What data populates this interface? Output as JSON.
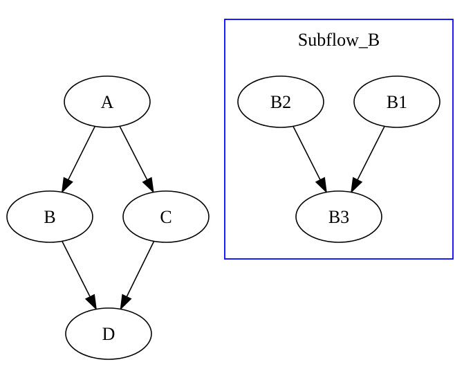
{
  "diagram": {
    "nodes": [
      {
        "id": "A",
        "label": "A"
      },
      {
        "id": "B",
        "label": "B"
      },
      {
        "id": "C",
        "label": "C"
      },
      {
        "id": "D",
        "label": "D"
      },
      {
        "id": "B2",
        "label": "B2"
      },
      {
        "id": "B1",
        "label": "B1"
      },
      {
        "id": "B3",
        "label": "B3"
      }
    ],
    "edges": [
      {
        "from": "A",
        "to": "B"
      },
      {
        "from": "A",
        "to": "C"
      },
      {
        "from": "B",
        "to": "D"
      },
      {
        "from": "C",
        "to": "D"
      },
      {
        "from": "B2",
        "to": "B3"
      },
      {
        "from": "B1",
        "to": "B3"
      }
    ],
    "cluster": {
      "label": "Subflow_B",
      "border_color": "#0000ff",
      "members": [
        "B2",
        "B1",
        "B3"
      ]
    }
  }
}
